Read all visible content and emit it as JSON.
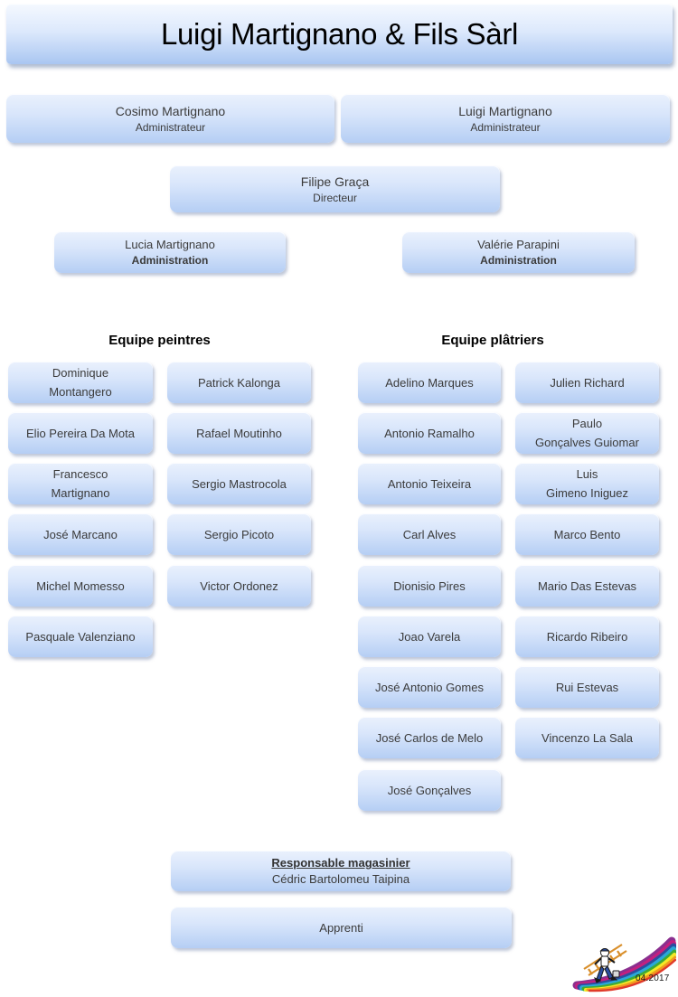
{
  "title": "Luigi Martignano & Fils Sàrl",
  "management": {
    "admin1": {
      "name": "Cosimo Martignano",
      "role": "Administrateur"
    },
    "admin2": {
      "name": "Luigi Martignano",
      "role": "Administrateur"
    },
    "director": {
      "name": "Filipe Graça",
      "role": "Directeur"
    },
    "office1": {
      "name": "Lucia Martignano",
      "role": "Administration"
    },
    "office2": {
      "name": "Valérie Parapini",
      "role": "Administration"
    }
  },
  "teams": {
    "peintres": {
      "header": "Equipe peintres",
      "col1": [
        "Dominique\nMontangero",
        "Elio Pereira Da Mota",
        "Francesco\nMartignano",
        "José Marcano",
        "Michel Momesso",
        "Pasquale Valenziano"
      ],
      "col2": [
        "Patrick Kalonga",
        "Rafael Moutinho",
        "Sergio Mastrocola",
        "Sergio Picoto",
        "Victor Ordonez"
      ]
    },
    "platriers": {
      "header": "Equipe plâtriers",
      "col1": [
        "Adelino Marques",
        "Antonio Ramalho",
        "Antonio Teixeira",
        "Carl Alves",
        "Dionisio Pires",
        "Joao Varela",
        "José Antonio Gomes",
        "José Carlos de Melo",
        "José Gonçalves"
      ],
      "col2": [
        "Julien Richard",
        "Paulo\nGonçalves Guiomar",
        "Luis\nGimeno Iniguez",
        "Marco Bento",
        "Mario Das Estevas",
        "Ricardo Ribeiro",
        "Rui Estevas",
        "Vincenzo La Sala"
      ]
    }
  },
  "bottom": {
    "magasinier": {
      "title": "Responsable magasinier",
      "name": "Cédric Bartolomeu Taipina"
    },
    "apprenti": "Apprenti"
  },
  "footer": {
    "date": "04.2017",
    "logo": "painter-rainbow-logo"
  },
  "colors": {
    "box_top": "#eaf1fd",
    "box_bottom": "#b5cef4",
    "title_bottom": "#a9c6f1",
    "text": "#3b3b3b"
  }
}
